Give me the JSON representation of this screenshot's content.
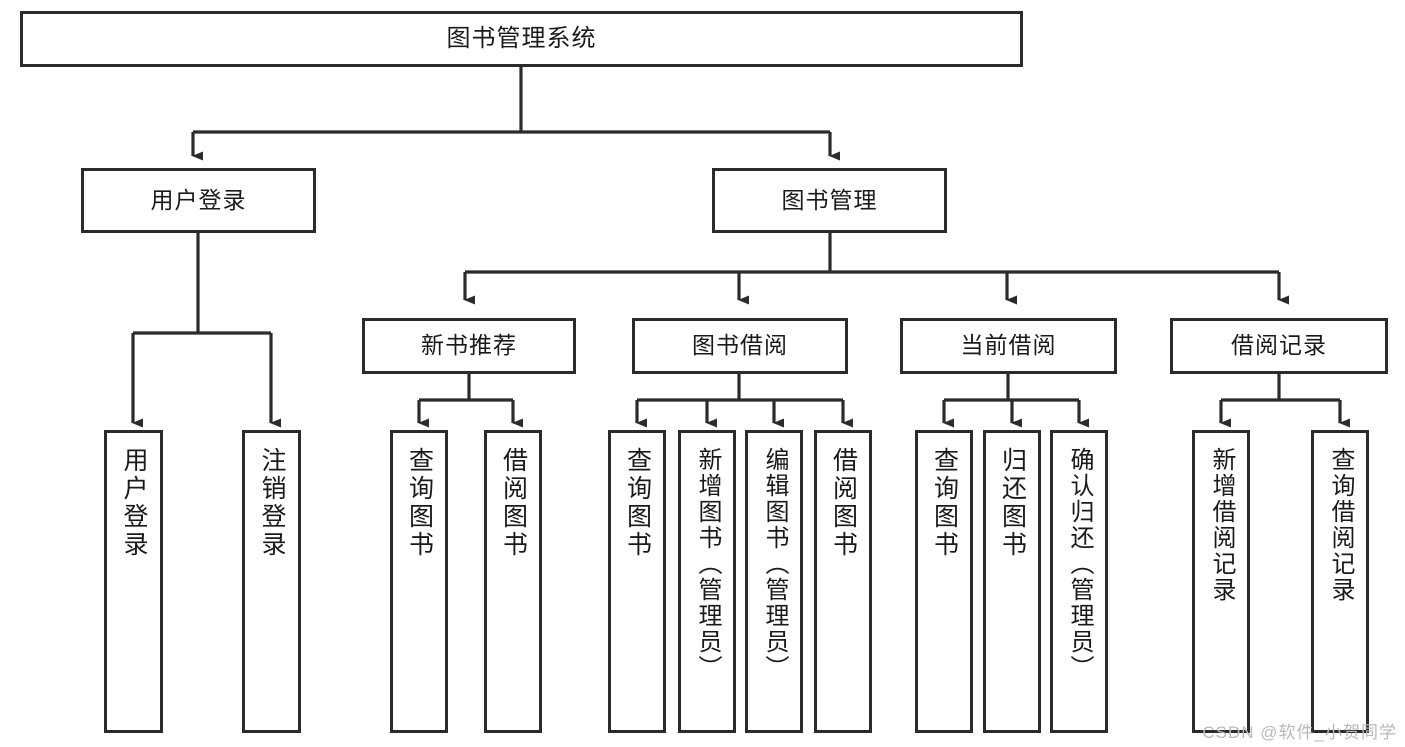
{
  "diagram": {
    "title": "图书管理系统",
    "watermark": "CSDN @软件_小贺同学",
    "stroke_color": "#2b2b2b",
    "background_color": "#ffffff",
    "text_color": "#1a1a1a",
    "type": "tree-hierarchy-diagram",
    "levels": 4
  },
  "nodes": {
    "root": {
      "label": "图书管理系统",
      "orientation": "horizontal"
    },
    "level2": [
      {
        "id": "user-login",
        "label": "用户登录",
        "orientation": "horizontal"
      },
      {
        "id": "book-management",
        "label": "图书管理",
        "orientation": "horizontal"
      }
    ],
    "level3": [
      {
        "id": "new-book-recommend",
        "label": "新书推荐",
        "orientation": "horizontal"
      },
      {
        "id": "book-borrow",
        "label": "图书借阅",
        "orientation": "horizontal"
      },
      {
        "id": "current-borrow",
        "label": "当前借阅",
        "orientation": "horizontal"
      },
      {
        "id": "borrow-record",
        "label": "借阅记录",
        "orientation": "horizontal"
      }
    ],
    "leaves": [
      {
        "id": "leaf-user-login",
        "label": "用户登录",
        "parent": "user-login",
        "orientation": "vertical"
      },
      {
        "id": "leaf-logout",
        "label": "注销登录",
        "parent": "user-login",
        "orientation": "vertical"
      },
      {
        "id": "leaf-query-book-1",
        "label": "查询图书",
        "parent": "new-book-recommend",
        "orientation": "vertical"
      },
      {
        "id": "leaf-borrow-book-1",
        "label": "借阅图书",
        "parent": "new-book-recommend",
        "orientation": "vertical"
      },
      {
        "id": "leaf-query-book-2",
        "label": "查询图书",
        "parent": "book-borrow",
        "orientation": "vertical"
      },
      {
        "id": "leaf-add-book",
        "label": "新增图书（管理员）",
        "parent": "book-borrow",
        "orientation": "vertical"
      },
      {
        "id": "leaf-edit-book",
        "label": "编辑图书（管理员）",
        "parent": "book-borrow",
        "orientation": "vertical"
      },
      {
        "id": "leaf-borrow-book-2",
        "label": "借阅图书",
        "parent": "book-borrow",
        "orientation": "vertical"
      },
      {
        "id": "leaf-query-book-3",
        "label": "查询图书",
        "parent": "current-borrow",
        "orientation": "vertical"
      },
      {
        "id": "leaf-return-book",
        "label": "归还图书",
        "parent": "current-borrow",
        "orientation": "vertical"
      },
      {
        "id": "leaf-confirm-return",
        "label": "确认归还（管理员）",
        "parent": "current-borrow",
        "orientation": "vertical"
      },
      {
        "id": "leaf-add-record",
        "label": "新增借阅记录",
        "parent": "borrow-record",
        "orientation": "vertical"
      },
      {
        "id": "leaf-query-record",
        "label": "查询借阅记录",
        "parent": "borrow-record",
        "orientation": "vertical"
      }
    ]
  }
}
